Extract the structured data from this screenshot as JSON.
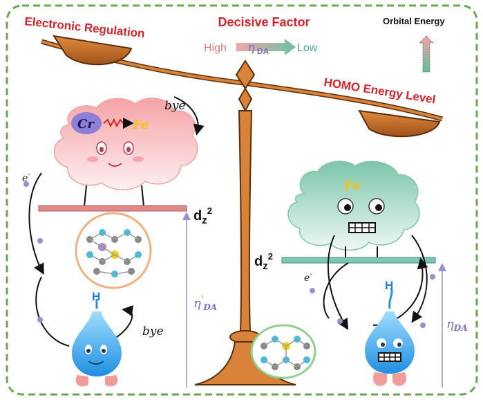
{
  "title": "Decisive Factor",
  "left_title": "Electronic Regulation",
  "right_title": "HOMO Energy Level",
  "legend_title": "Orbital Energy",
  "eta_scale": {
    "high": "High",
    "symbol": "η",
    "subscript": "DA",
    "low": "Low"
  },
  "left": {
    "atom1": "Cr",
    "atom2": "Fe",
    "bye_top": "bye",
    "bye_bottom": "bye",
    "electron": "e",
    "electron_sup": "-",
    "orbital_main": "d",
    "orbital_sub": "z",
    "orbital_sup": "2",
    "gap_symbol": "η",
    "gap_prime": "'",
    "gap_sub": "DA",
    "hydrogen": "H"
  },
  "right": {
    "atom": "Fe",
    "electron": "e",
    "electron_sup": "-",
    "orbital_main": "d",
    "orbital_sub": "z",
    "orbital_sup": "2",
    "gap_symbol": "η",
    "gap_sub": "DA",
    "hydrogen": "H"
  },
  "colors": {
    "border": "#6aa84f",
    "balance": "#c8742a",
    "balance_dark": "#5a2e0a",
    "title_red": "#d8232a",
    "left_cloud": "#f7b9bb",
    "right_cloud": "#a9d8c5",
    "left_level": "#e08a8c",
    "right_level": "#7cc8b4",
    "drop": "#38a9f0",
    "gap_arrow": "#9b8fd0"
  }
}
